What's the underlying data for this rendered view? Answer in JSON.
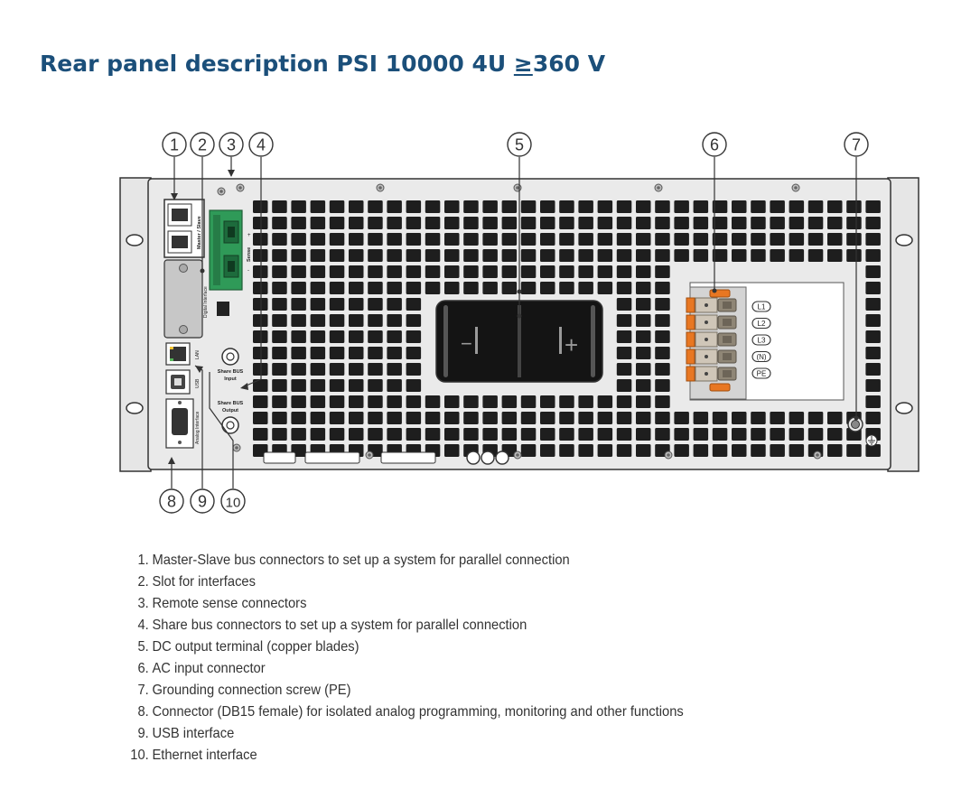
{
  "title": {
    "main": "Rear panel description PSI 10000 4U ",
    "ge_symbol": "≥",
    "voltage": "360 V"
  },
  "callouts": [
    "1",
    "2",
    "3",
    "4",
    "5",
    "6",
    "7",
    "8",
    "9",
    "10"
  ],
  "panel_labels": {
    "master_slave": "Master / Slave",
    "sense": "Sense",
    "sense_plus": "+",
    "sense_minus": "-",
    "digital_interface": "Digital Interface",
    "lan": "LAN",
    "usb": "USB",
    "analog_interface": "Analog Interface",
    "share_bus_input": [
      "Share BUS",
      "Input"
    ],
    "share_bus_output": [
      "Share BUS",
      "Output"
    ],
    "dc_minus": "−",
    "dc_plus": "+",
    "ac_phases": [
      "L1",
      "L2",
      "L3",
      "(N)",
      "PE"
    ]
  },
  "legend": [
    {
      "num": "1.",
      "text": "Master-Slave bus connectors to set up a system for parallel connection"
    },
    {
      "num": "2.",
      "text": "Slot for interfaces"
    },
    {
      "num": "3.",
      "text": "Remote sense connectors"
    },
    {
      "num": "4.",
      "text": "Share bus connectors to set up a system for parallel connection"
    },
    {
      "num": "5.",
      "text": "DC output terminal (copper blades)"
    },
    {
      "num": "6.",
      "text": "AC input connector"
    },
    {
      "num": "7.",
      "text": "Grounding connection screw (PE)"
    },
    {
      "num": "8.",
      "text": "Connector (DB15 female) for isolated analog programming, monitoring and other functions"
    },
    {
      "num": "9.",
      "text": "USB interface"
    },
    {
      "num": "10.",
      "text": "Ethernet interface"
    }
  ],
  "colors": {
    "title": "#1b4f7a",
    "panel_face": "#eaeaea",
    "vent": "#1e1e1e",
    "terminal_green": "#2f9a58",
    "ac_orange": "#e87722",
    "legend_text": "#333333"
  }
}
